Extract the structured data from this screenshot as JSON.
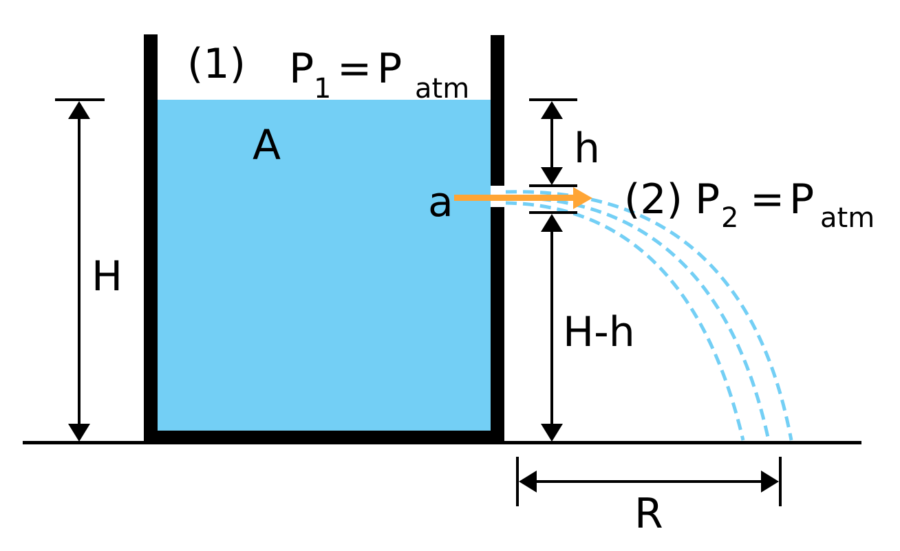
{
  "diagram": {
    "title": "Torricelli tank discharge (Bernoulli)",
    "colors": {
      "water": "#73cff5",
      "wall": "#000000",
      "jet_arrow": "#ffa535",
      "stream": "#73cff5",
      "background": "#ffffff"
    },
    "labels": {
      "point1": "(1)",
      "p1_main": "P",
      "p1_sub": "1",
      "p1_eq": "=",
      "patm_main": "P",
      "patm_sub": "atm",
      "area_tank": "A",
      "area_hole": "a",
      "depth": "h",
      "point2": "(2)",
      "p2_main": "P",
      "p2_sub": "2",
      "p2_eq": "=",
      "patm2_main": "P",
      "patm2_sub": "atm",
      "height_total": "H",
      "height_hole": "H-h",
      "range": "R"
    }
  }
}
